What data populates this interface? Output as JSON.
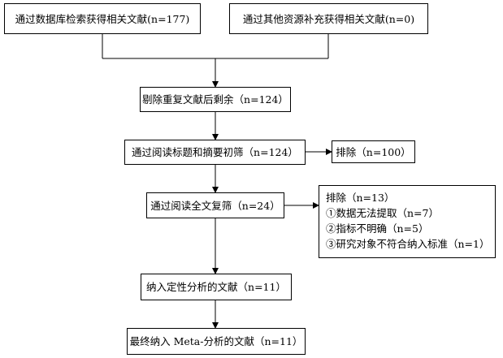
{
  "flowchart": {
    "boxes": {
      "db_search": "通过数据库检索获得相关文献(n=177)",
      "other_sources": "通过其他资源补充获得相关文献(n=0)",
      "dedup": "剔除重复文献后剩余（n=124）",
      "title_abstract": "通过阅读标题和摘要初筛（n=124）",
      "fulltext": "通过阅读全文复筛（n=24）",
      "qualitative": "纳入定性分析的文献（n=11）",
      "meta": "最终纳入 Meta-分析的文献（n=11）"
    },
    "exclusion_1": "排除（n=100）",
    "exclusion_2": {
      "title": "排除（n=13）",
      "reasons": [
        "①数据无法提取（n=7）",
        "②指标不明确（n=5）",
        "③研究对象不符合纳入标准（n=1）"
      ]
    },
    "line_color": "#000000"
  }
}
